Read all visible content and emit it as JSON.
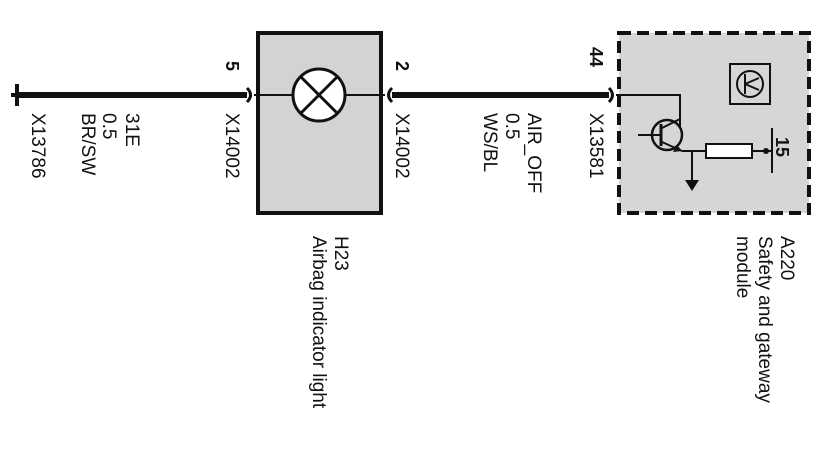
{
  "wire_left": {
    "connector": "X13786",
    "cross_section": "0.5",
    "color_code": "BR/SW",
    "signal": "31E"
  },
  "lamp": {
    "id": "H23",
    "name": "Airbag indicator light",
    "pin_left": "5",
    "pin_right": "2",
    "connector_left": "X14002",
    "connector_right": "X14002"
  },
  "wire_right": {
    "signal": "AIR_OFF",
    "cross_section": "0.5",
    "color_code": "WS/BL"
  },
  "module": {
    "id": "A220",
    "name_line1": "Safety and gateway",
    "name_line2": "module",
    "pin": "44",
    "connector": "X13581",
    "supply_pin": "15"
  },
  "colors": {
    "ink": "#111111",
    "lamp_fill": "#d3d3d3",
    "module_fill": "#d6d6d6"
  }
}
